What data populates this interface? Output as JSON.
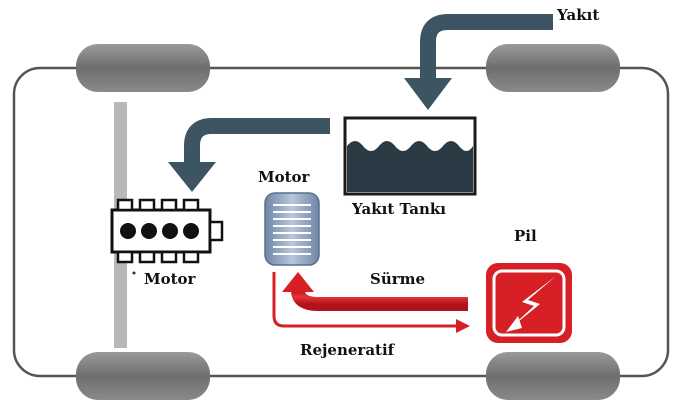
{
  "labels": {
    "fuel": "Yakıt",
    "fuel_tank": "Yakıt Tankı",
    "electric_motor": "Motor",
    "engine": "Motor",
    "battery": "Pil",
    "drive": "Sürme",
    "regenerative": "Rejeneratif"
  },
  "colors": {
    "fuel_arrow": "#3d5563",
    "battery_red": "#d71f26",
    "motor_blue": "#8aa0c0",
    "tire": "#7a7a7a",
    "frame": "#555555",
    "axle": "#b8b8b8"
  },
  "icons": {
    "engine": "engine-block-icon",
    "electric_motor": "electric-motor-icon",
    "battery": "battery-lightning-icon",
    "fuel_tank": "fuel-tank-icon"
  }
}
